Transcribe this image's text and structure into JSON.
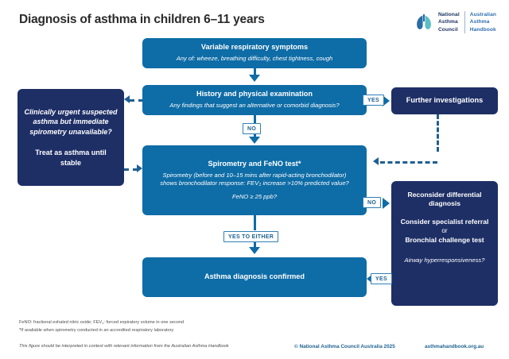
{
  "header": {
    "title": "Diagnosis of asthma in children 6–11 years",
    "logo": {
      "icon": "lungs-icon",
      "council_line1": "National",
      "council_line2": "Asthma",
      "council_line3": "Council",
      "handbook_line1": "Australian",
      "handbook_line2": "Asthma",
      "handbook_line3": "Handbook"
    }
  },
  "flowchart": {
    "symptoms": {
      "heading": "Variable respiratory symptoms",
      "sub": "Any of: wheeze, breathing difficulty, chest tightness, cough"
    },
    "history": {
      "heading": "History and physical examination",
      "sub": "Any findings that suggest an alternative or comorbid diagnosis?"
    },
    "spirometry": {
      "heading": "Spirometry and FeNO test*",
      "sub_line1": "Spirometry (before and 10–15 mins after rapid-acting bronchodilator)",
      "sub_line2_a": "shows bronchodilator response: FEV",
      "sub_line2_sub": "1",
      "sub_line2_b": " increase >10% predicted value?",
      "sub_line3": "FeNO ≥ 25 ppb?"
    },
    "confirmed": {
      "heading": "Asthma diagnosis confirmed"
    },
    "further": {
      "heading": "Further investigations"
    },
    "urgent": {
      "question": "Clinically urgent suspected asthma but immediate spirometry unavailable?",
      "action": "Treat as asthma until stable"
    },
    "reconsider": {
      "line1": "Reconsider differential diagnosis",
      "line2": "Consider specialist referral",
      "or": "or",
      "line3": "Bronchial challenge test",
      "italic": "Airway hyperresponsiveness?"
    },
    "labels": {
      "yes_history": "YES",
      "no_history": "NO",
      "no_spirometry": "NO",
      "yes_to_either": "YES TO EITHER",
      "yes_reconsider": "YES"
    }
  },
  "footer": {
    "footnote1_a": "FeNO: fractional exhaled nitric oxide; FEV",
    "footnote1_sub": "1",
    "footnote1_b": ": forced expiratory volume in one second",
    "footnote2": "*If available when spirometry conducted in an accredited respiratory laboratory",
    "figure_note": "This figure should be interpreted in context with relevant information from the Australian Asthma Handbook",
    "copyright": "© National Asthma Council Australia 2025",
    "website": "asthmahandbook.org.au"
  },
  "colors": {
    "blue_box": "#0e6ca6",
    "navy_box": "#1e2f66",
    "connector": "#1f5f92",
    "label_text": "#1f6390"
  }
}
